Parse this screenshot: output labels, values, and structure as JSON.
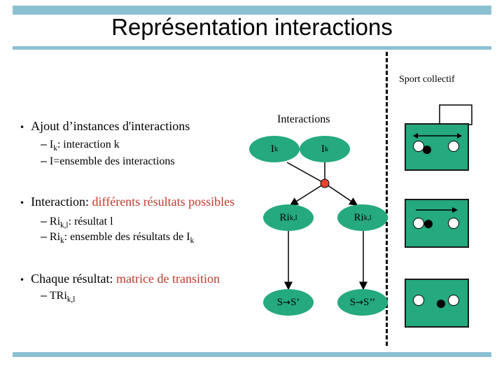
{
  "title": "Représentation interactions",
  "sport_label": "Sport collectif",
  "bullets": [
    {
      "text": "Ajout d’instances d'interactions",
      "subs": [
        {
          "main": "I",
          "sub": "k",
          "rest": ": interaction k"
        },
        {
          "main": "I=ensemble des interactions"
        }
      ]
    },
    {
      "text": "Interaction: ",
      "highlight": "différents résultats possibles",
      "subs": [
        {
          "main": "Ri",
          "sub": "k,l",
          "rest": ": résultat l"
        },
        {
          "main": "Ri",
          "sub": "k",
          "rest": ": ensemble des résultats de I",
          "sub2": "k"
        }
      ]
    },
    {
      "text": "Chaque résultat: ",
      "highlight": "matrice de transition",
      "subs": [
        {
          "main": "TRi",
          "sub": "k,l"
        }
      ]
    }
  ],
  "diagram": {
    "label": "Interactions",
    "top_nodes": [
      {
        "main": "I",
        "sub": "k"
      },
      {
        "main": "I",
        "sub": "k"
      }
    ],
    "middle_nodes": [
      {
        "main": "Ri",
        "sub": "k,l"
      },
      {
        "main": "Ri",
        "sub": "k,l"
      }
    ],
    "bottom_nodes": [
      {
        "from": "S",
        "to": "S’"
      },
      {
        "from": "S",
        "to": "S’’"
      }
    ]
  },
  "speech_bubble": "?",
  "colors": {
    "accent_bar": "#8cc1d3",
    "node_fill": "#25a97f",
    "highlight_text": "#c0392b",
    "junction": "#e8422c"
  }
}
